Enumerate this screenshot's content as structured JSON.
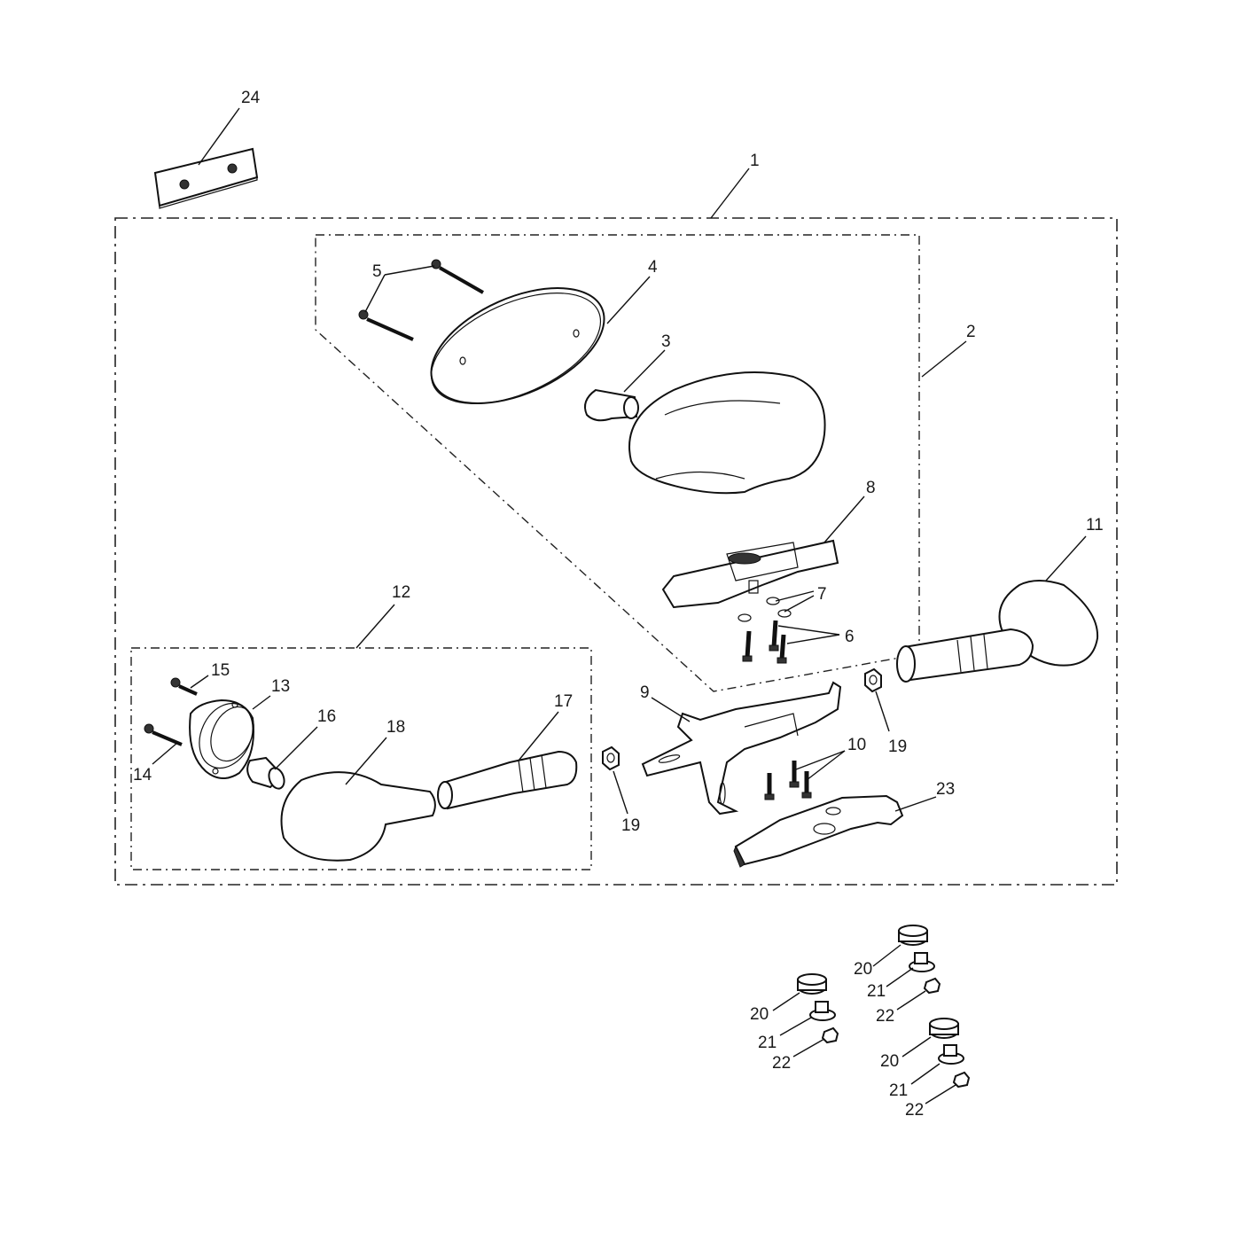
{
  "callouts": {
    "c1": "1",
    "c2": "2",
    "c3": "3",
    "c4": "4",
    "c5": "5",
    "c6": "6",
    "c7": "7",
    "c8": "8",
    "c9": "9",
    "c10": "10",
    "c11": "11",
    "c12": "12",
    "c13": "13",
    "c14": "14",
    "c15": "15",
    "c16": "16",
    "c17": "17",
    "c18": "18",
    "c19a": "19",
    "c19b": "19",
    "c20a": "20",
    "c20b": "20",
    "c20c": "20",
    "c21a": "21",
    "c21b": "21",
    "c21c": "21",
    "c22a": "22",
    "c22b": "22",
    "c22c": "22",
    "c23": "23",
    "c24": "24"
  }
}
